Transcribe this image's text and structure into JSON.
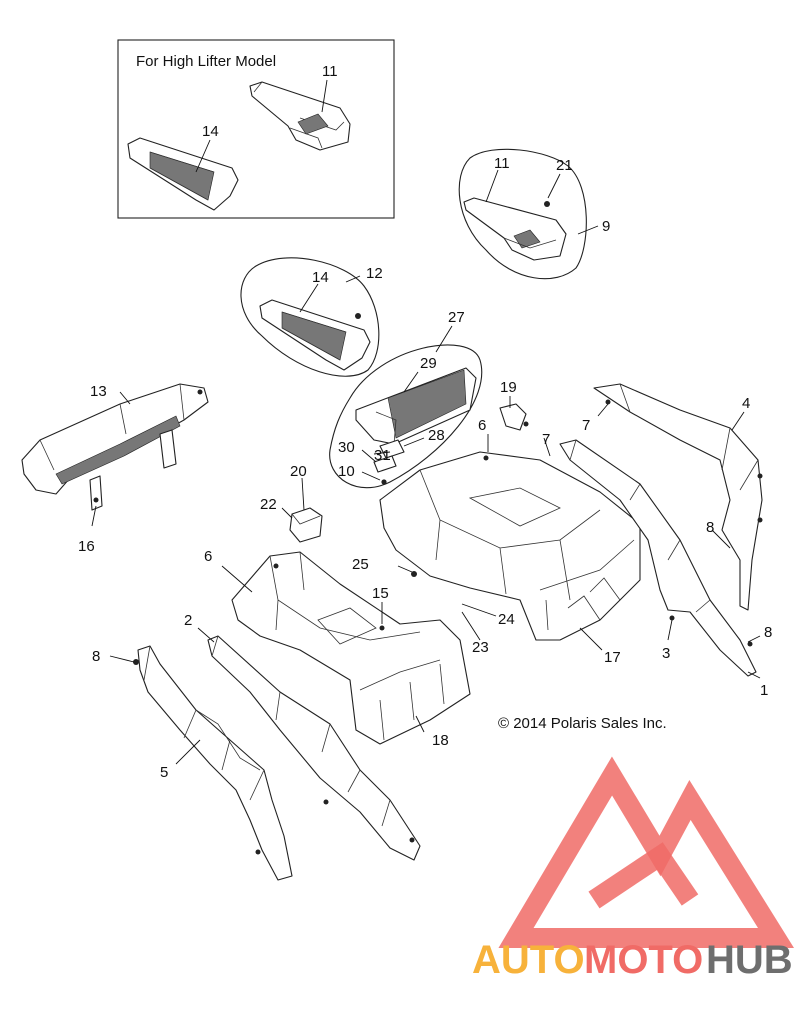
{
  "inset": {
    "title": "For High Lifter Model"
  },
  "copyright": "© 2014 Polaris Sales Inc.",
  "watermark": {
    "part1": "AUTO",
    "part2": "MOTO",
    "part3": "HUB",
    "colors": {
      "auto": "#f7b23b",
      "moto": "#f06b66",
      "hub": "#6e6e6e"
    }
  },
  "callouts": {
    "inset_11": "11",
    "inset_14": "14",
    "c11": "11",
    "c21": "21",
    "c9": "9",
    "c12": "12",
    "c14": "14",
    "c27": "27",
    "c29": "29",
    "c28": "28",
    "c30": "30",
    "c31": "31",
    "c10": "10",
    "c13": "13",
    "c16": "16",
    "c19": "19",
    "c6a": "6",
    "c7a": "7",
    "c7b": "7",
    "c4": "4",
    "c20": "20",
    "c22": "22",
    "c25": "25",
    "c6b": "6",
    "c15": "15",
    "c24": "24",
    "c23": "23",
    "c17": "17",
    "c8a": "8",
    "c8b": "8",
    "c3": "3",
    "c1": "1",
    "c2": "2",
    "c8c": "8",
    "c5": "5",
    "c18": "18"
  }
}
